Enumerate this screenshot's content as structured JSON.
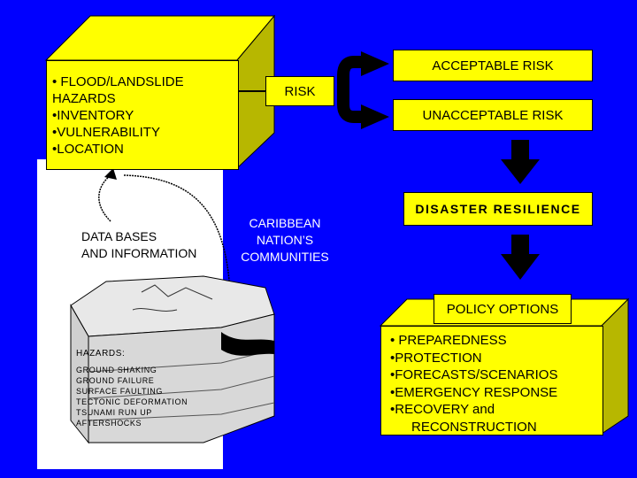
{
  "colors": {
    "background": "#0000ff",
    "box": "#ffff00",
    "box_side": "#b7b700",
    "arrow": "#000000",
    "panel": "#ffffff"
  },
  "inventory_box": {
    "lines": [
      "• FLOOD/LANDSLIDE",
      "HAZARDS",
      "•INVENTORY",
      "•VULNERABILITY",
      "•LOCATION"
    ]
  },
  "risk_label": "RISK",
  "acceptable_risk": "ACCEPTABLE RISK",
  "unacceptable_risk": "UNACCEPTABLE RISK",
  "disaster_resilience": "DISASTER RESILIENCE",
  "data_bases": [
    "DATA BASES",
    "AND INFORMATION"
  ],
  "caribbean": [
    "CARIBBEAN",
    "NATION’S",
    "COMMUNITIES"
  ],
  "policy_options": "POLICY OPTIONS",
  "policy_box": {
    "lines": [
      "• PREPAREDNESS",
      "•PROTECTION",
      "•FORECASTS/SCENARIOS",
      "•EMERGENCY RESPONSE",
      "•RECOVERY and",
      "RECONSTRUCTION"
    ]
  },
  "hazards": {
    "title": "HAZARDS:",
    "items": [
      "GROUND SHAKING",
      "GROUND FAILURE",
      "SURFACE FAULTING",
      "TECTONIC DEFORMATION",
      "TSUNAMI RUN UP",
      "AFTERSHOCKS"
    ]
  }
}
